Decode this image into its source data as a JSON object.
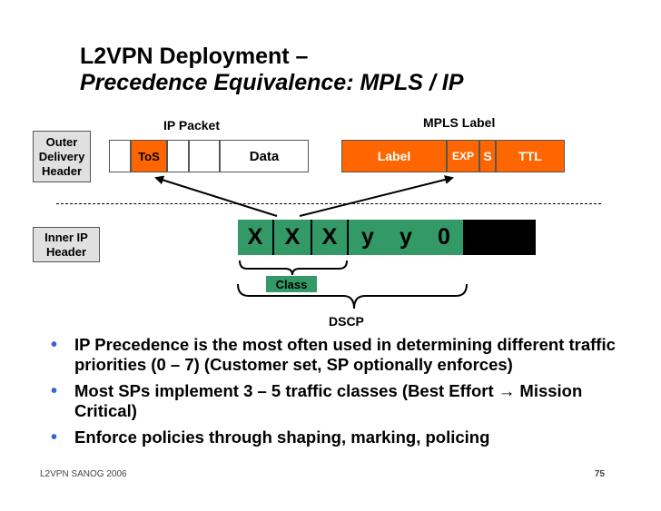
{
  "slide": {
    "title_line1": "L2VPN Deployment –",
    "title_line2": "Precedence Equivalence: MPLS / IP"
  },
  "diagram": {
    "ip_packet_label": "IP Packet",
    "mpls_label_label": "MPLS Label",
    "outer_header": "Outer Delivery Header",
    "inner_header": "Inner IP Header",
    "tos": "ToS",
    "data": "Data",
    "label": "Label",
    "exp": "EXP",
    "s": "S",
    "ttl": "TTL",
    "dscp_bits": [
      "X",
      "X",
      "X",
      "y",
      "y",
      "0"
    ],
    "class_label": "Class",
    "dscp_label": "DSCP",
    "colors": {
      "orange": "#ff6600",
      "green": "#339966",
      "dark": "#000000"
    }
  },
  "bullets": [
    "IP Precedence is the most often used in determining different traffic priorities (0 – 7) (Customer set, SP optionally enforces)",
    "Most SPs implement 3 – 5 traffic classes (Best Effort → Mission Critical)",
    "Enforce policies through shaping, marking, policing"
  ],
  "footer": {
    "left": "L2VPN  SANOG 2006",
    "page": "75"
  }
}
